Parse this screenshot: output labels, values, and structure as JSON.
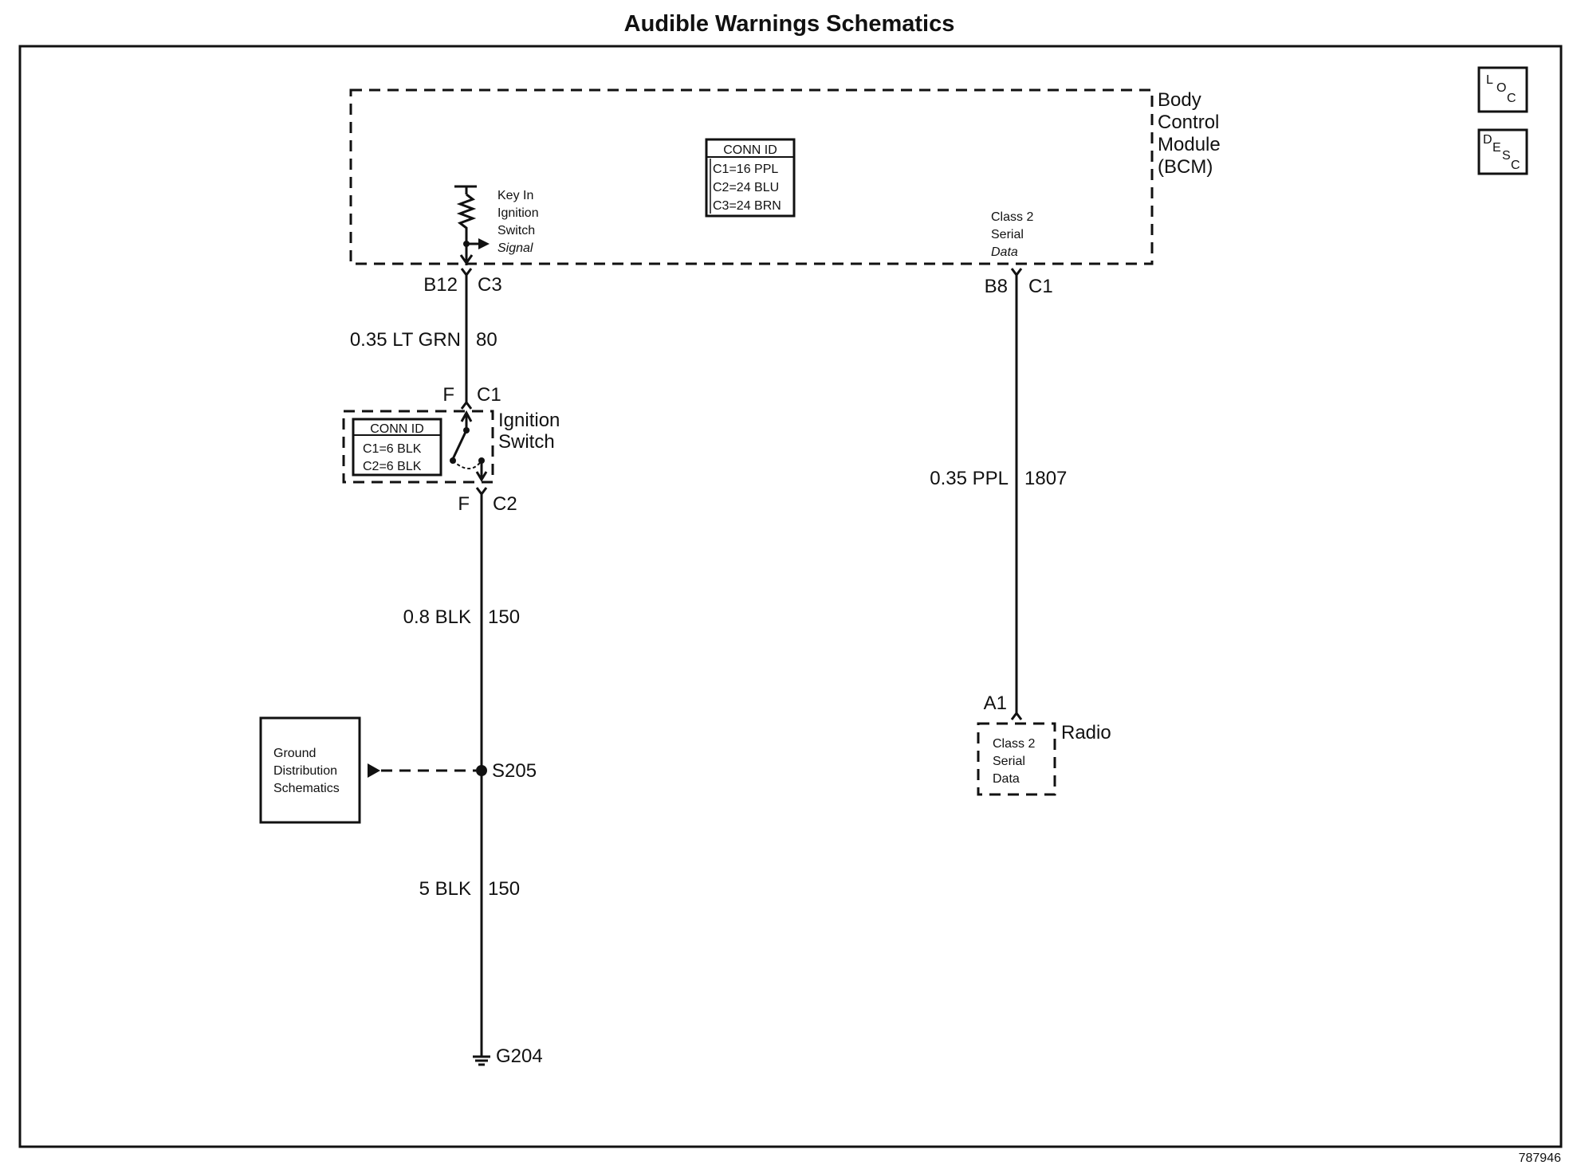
{
  "title": "Audible Warnings Schematics",
  "figure_id": "787946",
  "nav": {
    "loc_big": "L",
    "loc_o": "O",
    "loc_c": "C",
    "desc_d": "D",
    "desc_e": "E",
    "desc_s": "S",
    "desc_c": "C"
  },
  "bcm": {
    "name_lines": [
      "Body",
      "Control",
      "Module",
      "(BCM)"
    ],
    "conn_id": {
      "header": "CONN ID",
      "rows": [
        "C1=16 PPL",
        "C2=24 BLU",
        "C3=24 BRN"
      ]
    },
    "key_in_signal": [
      "Key In",
      "Ignition",
      "Switch",
      "Signal"
    ],
    "serial_data": [
      "Class 2",
      "Serial",
      "Data"
    ]
  },
  "connectors": {
    "bcm_left_pin": "B12",
    "bcm_left_conn": "C3",
    "bcm_right_pin": "B8",
    "bcm_right_conn": "C1",
    "ign_top_pin": "F",
    "ign_top_conn": "C1",
    "ign_bot_pin": "F",
    "ign_bot_conn": "C2",
    "radio_pin": "A1"
  },
  "wires": {
    "w1_gauge": "0.35 LT GRN",
    "w1_circuit": "80",
    "w2_gauge": "0.8 BLK",
    "w2_circuit": "150",
    "w3_gauge": "5 BLK",
    "w3_circuit": "150",
    "w4_gauge": "0.35 PPL",
    "w4_circuit": "1807"
  },
  "ignition_switch": {
    "name_lines": [
      "Ignition",
      "Switch"
    ],
    "conn_id": {
      "header": "CONN ID",
      "rows": [
        "C1=6 BLK",
        "C2=6 BLK"
      ]
    }
  },
  "ground": {
    "splice": "S205",
    "ground_point": "G204",
    "ref_box_lines": [
      "Ground",
      "Distribution",
      "Schematics"
    ]
  },
  "radio": {
    "name": "Radio",
    "serial_data": [
      "Class 2",
      "Serial",
      "Data"
    ]
  }
}
